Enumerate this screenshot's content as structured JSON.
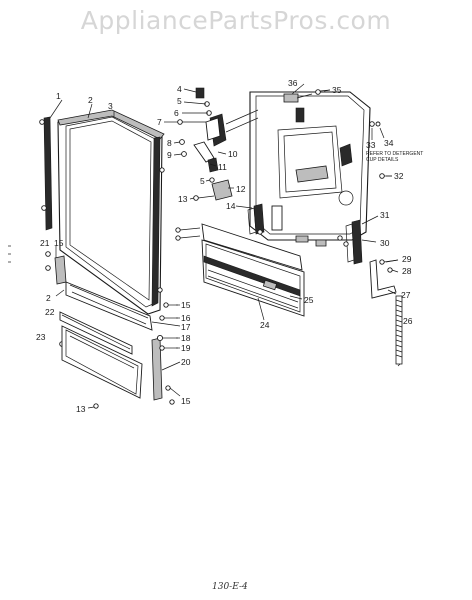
{
  "watermark": "AppliancePartsPros.com",
  "footer_code": "130-E-4",
  "detergent_note": [
    "REFER TO DETERGENT",
    "CUP DETAILS"
  ],
  "callouts": {
    "c1": "1",
    "c2a": "2",
    "c3": "3",
    "c4": "4",
    "c5a": "5",
    "c6": "6",
    "c7": "7",
    "c8": "8",
    "c9": "9",
    "c10": "10",
    "c11": "11",
    "c5b": "5",
    "c12": "12",
    "c13a": "13",
    "c14": "14",
    "c15a": "15",
    "c21": "21",
    "c2b": "2",
    "c22": "22",
    "c23": "23",
    "c15b": "15",
    "c16": "16",
    "c17": "17",
    "c18": "18",
    "c19": "19",
    "c20": "20",
    "c15c": "15",
    "c13b": "13",
    "c24": "24",
    "c25": "25",
    "c26": "26",
    "c27": "27",
    "c28": "28",
    "c29": "29",
    "c30": "30",
    "c31": "31",
    "c32": "32",
    "c33": "33",
    "c34": "34",
    "c35": "35",
    "c36": "36"
  }
}
